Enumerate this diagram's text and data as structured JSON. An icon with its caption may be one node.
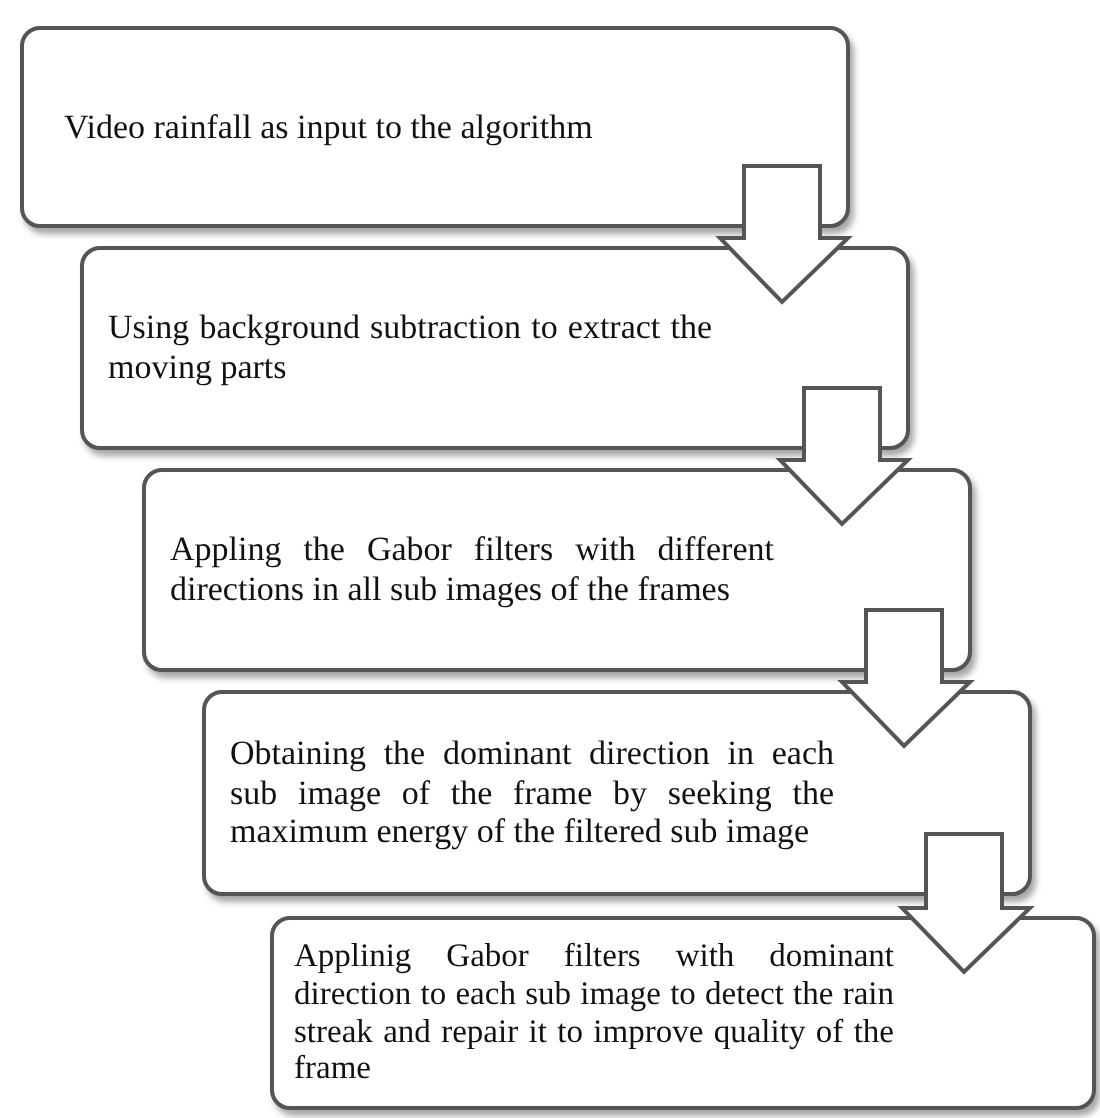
{
  "diagram": {
    "nodes": [
      {
        "text": [
          "Video rainfall as input to the algorithm"
        ]
      },
      {
        "text": [
          "Using background subtraction to extract the moving parts"
        ]
      },
      {
        "text": [
          "Appling the Gabor filters with different directions in all sub images of the frames"
        ]
      },
      {
        "text": [
          "Obtaining the dominant direction in each sub image of the frame by seeking the maximum energy of the filtered sub image"
        ]
      },
      {
        "text": [
          "Applinig Gabor filters with dominant direction to each sub image to detect the rain streak and repair it to improve quality of the frame"
        ]
      }
    ],
    "edges": [
      {
        "from": 0,
        "to": 1,
        "arrow": "to"
      },
      {
        "from": 1,
        "to": 2,
        "arrow": "to"
      },
      {
        "from": 2,
        "to": 3,
        "arrow": "to"
      },
      {
        "from": 3,
        "to": 4,
        "arrow": "to"
      }
    ]
  }
}
